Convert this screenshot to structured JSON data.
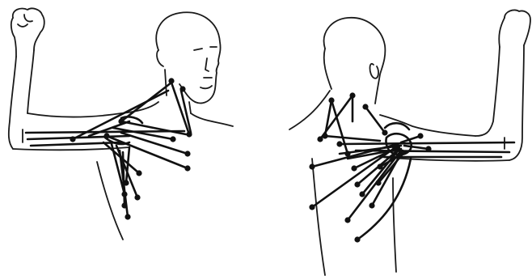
{
  "colors": {
    "ink": "#111111",
    "background": "#ffffff"
  },
  "figures": [
    {
      "id": "front",
      "view": "anterior"
    },
    {
      "id": "back",
      "view": "posterior"
    }
  ]
}
